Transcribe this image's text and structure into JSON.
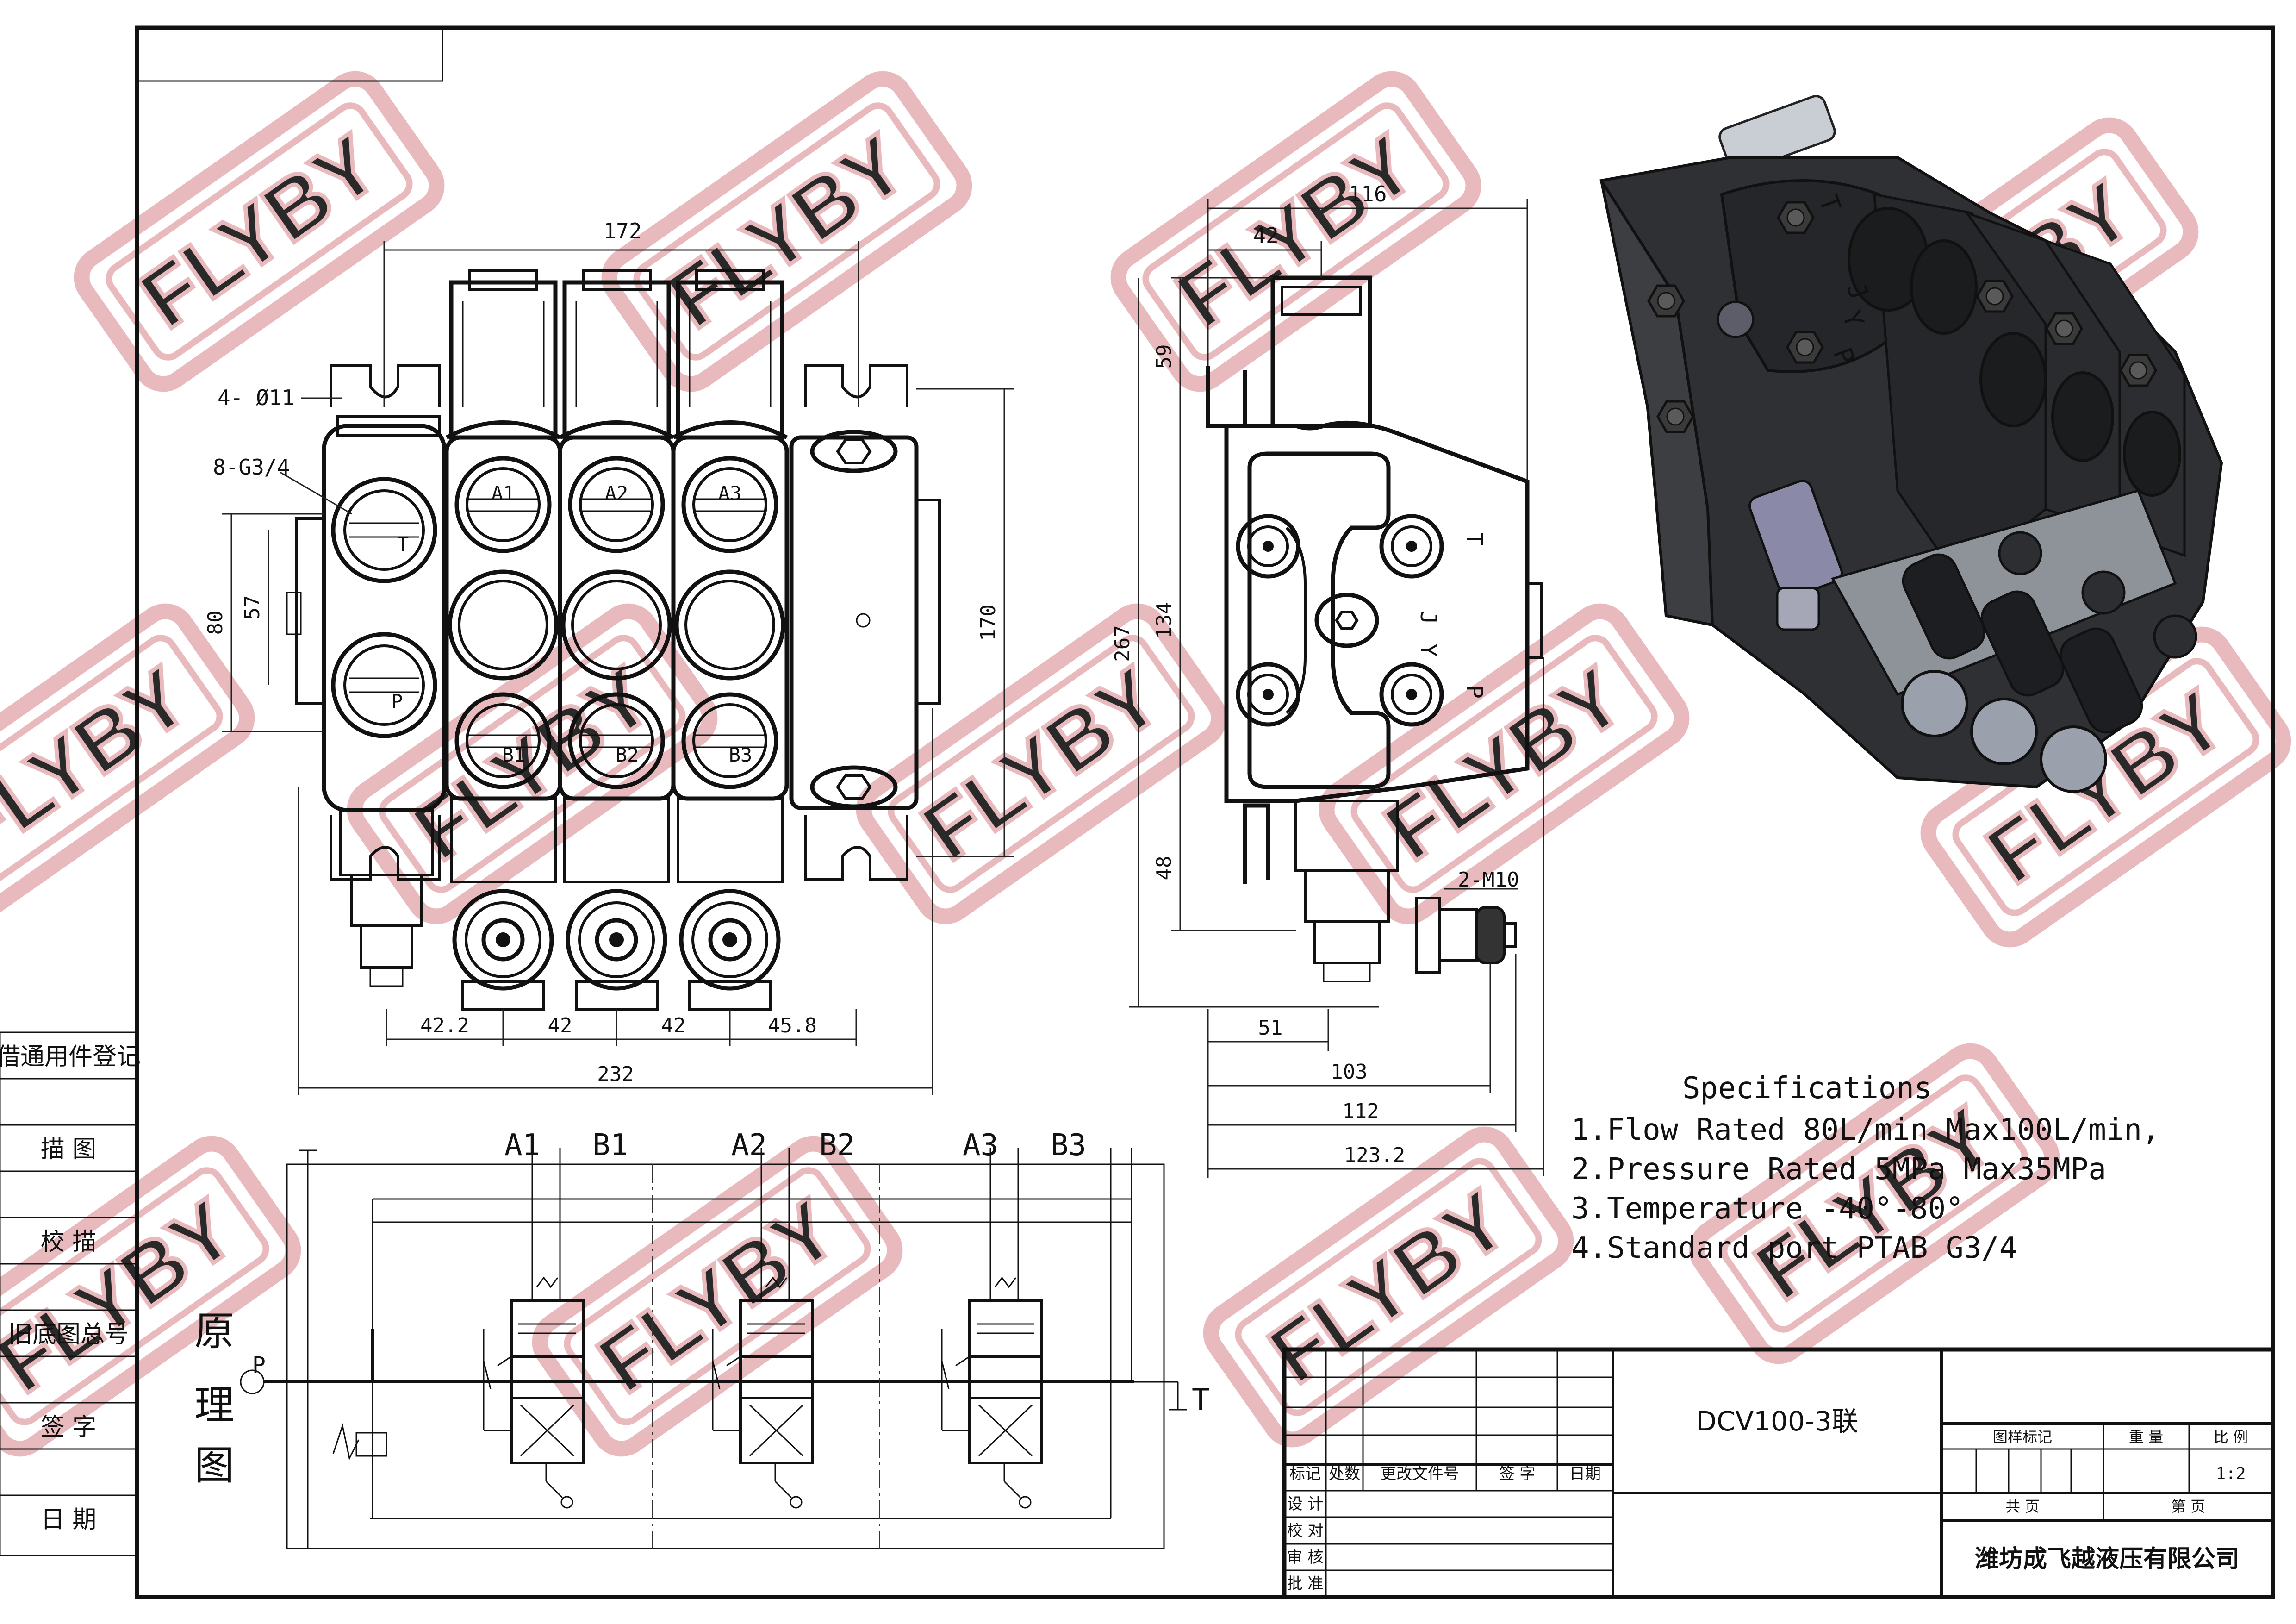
{
  "watermark": {
    "text": "FLYBY",
    "color": "#e7b3b6"
  },
  "left_labels": [
    "借通用件登记",
    "描 图",
    "校 描",
    "旧底图总号",
    "签 字",
    "日 期"
  ],
  "front_view": {
    "port_callout": "8-G3/4",
    "hole_callout": "4- Ø11",
    "port_T": "T",
    "port_P": "P",
    "work_ports": [
      "A1",
      "A2",
      "A3",
      "B1",
      "B2",
      "B3"
    ],
    "dimensions": {
      "overall_top": "172",
      "height_outer": "80",
      "height_inner": "57",
      "right_height": "170",
      "bottom_segments": [
        "42.2",
        "42",
        "42",
        "45.8"
      ],
      "overall_bottom": "232"
    }
  },
  "side_view": {
    "dimensions": {
      "top_width": "116",
      "top_offset": "42",
      "height_top": "59",
      "height_mid": "134",
      "height_total": "267",
      "height_bottom": "48",
      "thread_callout": "2-M10",
      "bottom_widths": [
        "51",
        "103",
        "112",
        "123.2"
      ]
    },
    "body_marks": [
      "T",
      "J",
      "Y",
      "P"
    ]
  },
  "iso_view": {
    "body_marks": [
      "T",
      "J",
      "Y",
      "P"
    ]
  },
  "specifications": {
    "heading": "Specifications",
    "items": [
      "1.Flow Rated 80L/min Max100L/min,",
      "2.Pressure Rated 5MPa Max35MPa",
      "3.Temperature  -40°-80°",
      "4.Standard port PTAB G3/4"
    ]
  },
  "schematic": {
    "title_chars": [
      "原",
      "理",
      "图"
    ],
    "port_labels": [
      "A1",
      "B1",
      "A2",
      "B2",
      "A3",
      "B3"
    ],
    "port_P": "P",
    "port_T": "T"
  },
  "title_block": {
    "model": "DCV100-3联",
    "revision_headers": [
      "标记",
      "处数",
      "更改文件号",
      "签 字",
      "日期"
    ],
    "approval_rows": [
      "设 计",
      "校 对",
      "审 核",
      "批 准"
    ],
    "info_headers": [
      "图样标记",
      "重 量",
      "比 例"
    ],
    "scale": "1:2",
    "sheets_total_label": "共   页",
    "sheet_label": "第   页",
    "company": "潍坊成飞越液压有限公司"
  }
}
